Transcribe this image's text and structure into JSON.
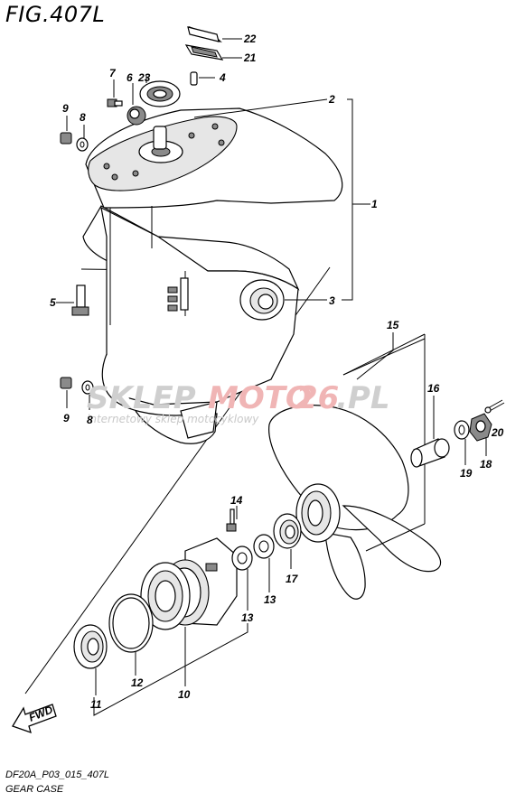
{
  "figure_title": "FIG.407L",
  "footer_code": "DF20A_P03_015_407L",
  "footer_caption": "GEAR CASE",
  "watermark": {
    "brand_a": "SKLEP",
    "brand_b": "MOTO",
    "brand_c": "26",
    "brand_d": ".PL",
    "tagline": "internetowy sklep motocyklowy"
  },
  "fwd_label": "FWD",
  "callouts": {
    "c1": "1",
    "c2": "2",
    "c3": "3",
    "c4": "4",
    "c5": "5",
    "c6": "6",
    "c7": "7",
    "c8a": "8",
    "c8b": "8",
    "c9a": "9",
    "c9b": "9",
    "c10": "10",
    "c11": "11",
    "c12": "12",
    "c13a": "13",
    "c13b": "13",
    "c14": "14",
    "c15": "15",
    "c16": "16",
    "c17": "17",
    "c18": "18",
    "c19": "19",
    "c20": "20",
    "c21": "21",
    "c22": "22",
    "c23": "23"
  },
  "colors": {
    "ink": "#000000",
    "watermark_gray": "#cfcfcf",
    "watermark_red": "#f0b5b5"
  }
}
